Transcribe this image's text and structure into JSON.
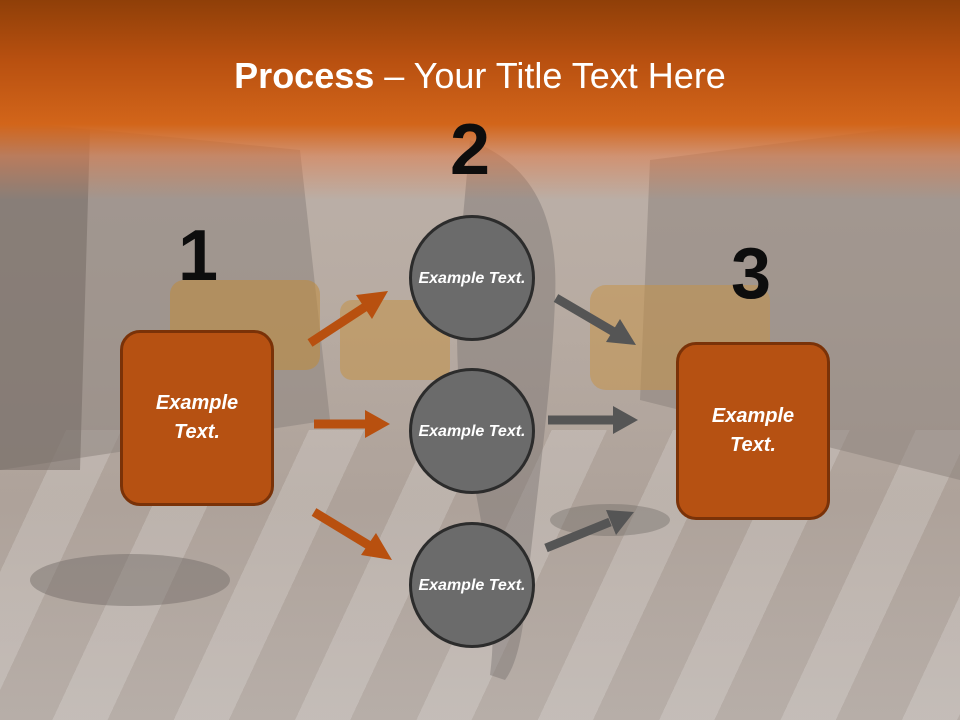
{
  "slide": {
    "title_bold": "Process",
    "title_rest": " – Your Title Text Here",
    "steps": [
      {
        "number": "1",
        "text": "Example Text."
      },
      {
        "number": "2",
        "text": "Example Text."
      },
      {
        "number": "3",
        "text": "Example Text."
      }
    ],
    "circles": [
      {
        "text": "Example Text."
      },
      {
        "text": "Example Text."
      },
      {
        "text": "Example Text."
      }
    ]
  },
  "colors": {
    "accent_orange": "#b65112",
    "arrow_orange": "#b8500f",
    "circle_gray": "#6b6b6b",
    "arrow_gray": "#555555"
  }
}
